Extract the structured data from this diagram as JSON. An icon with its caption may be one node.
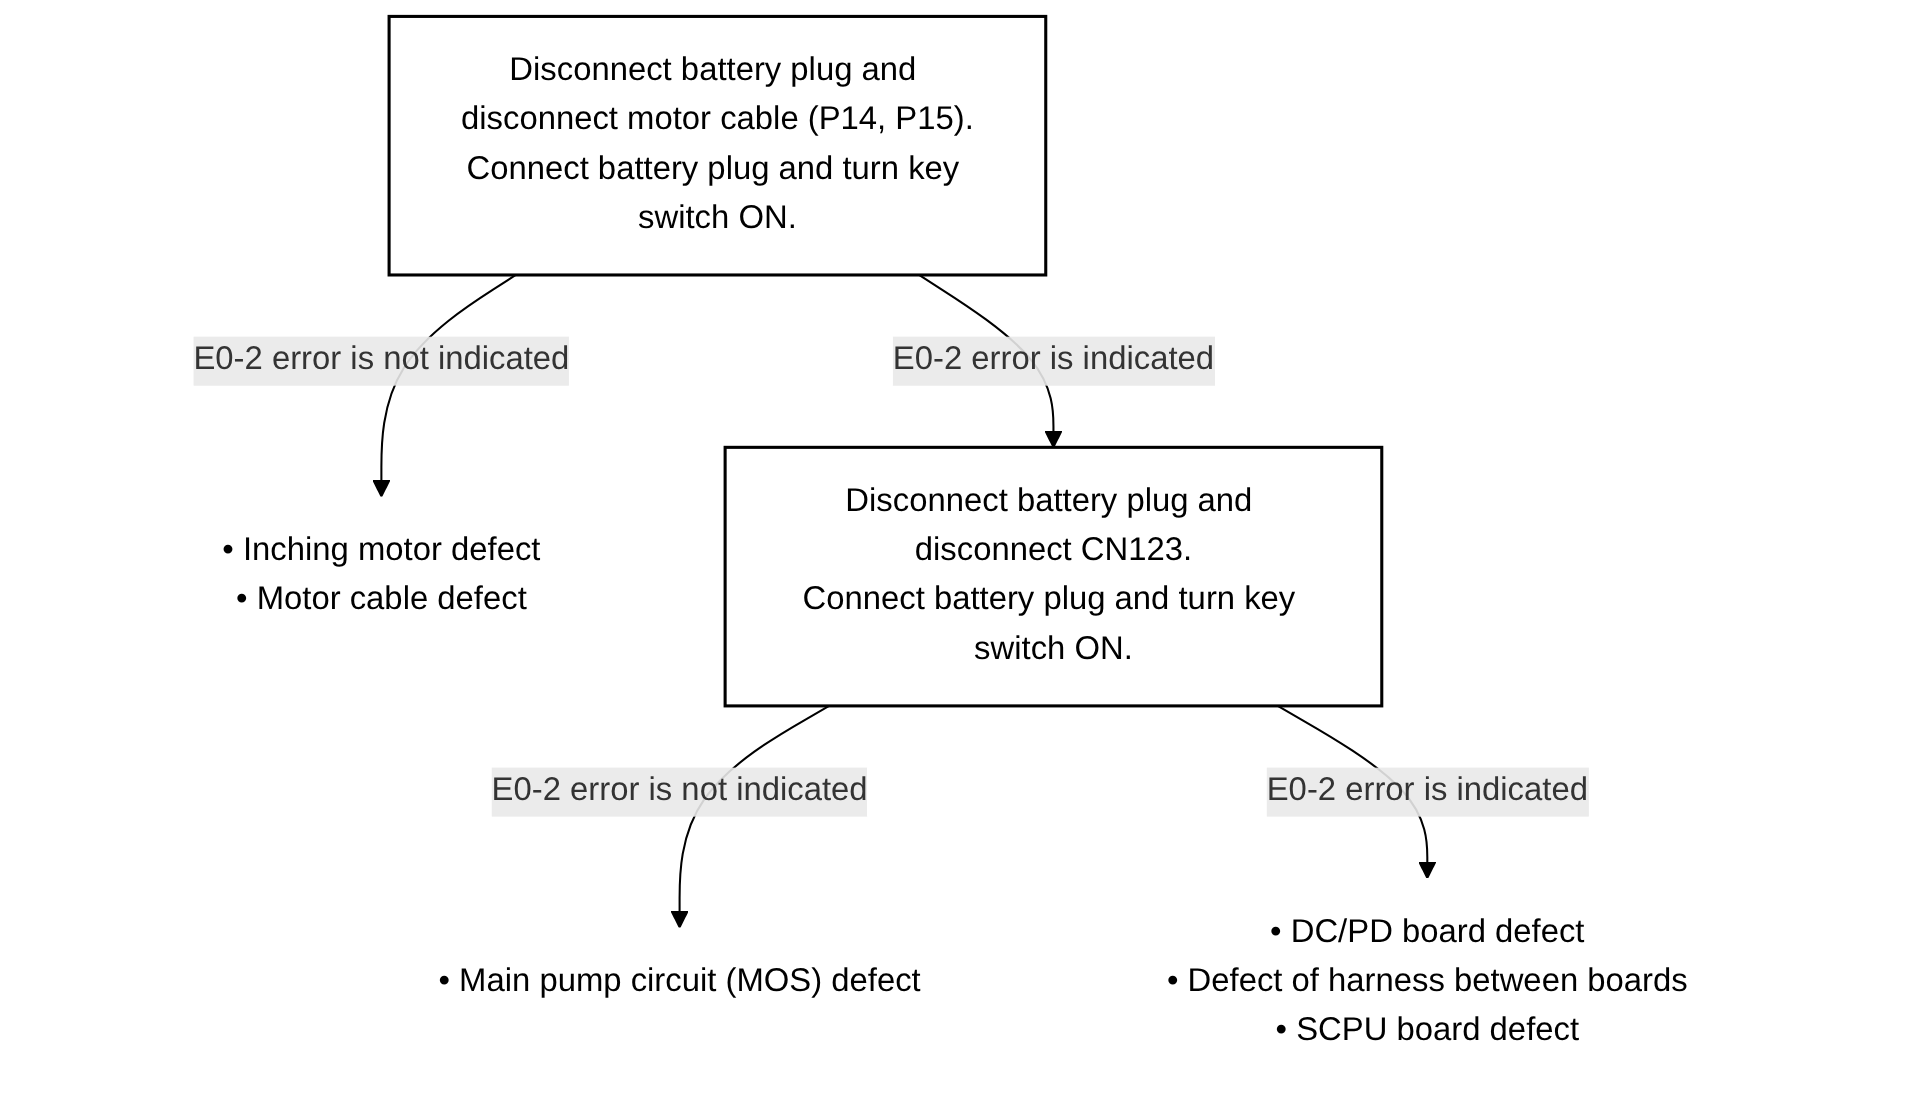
{
  "diagram": {
    "nodes": [
      {
        "text": [
          "Disconnect battery plug and disconnect motor cable (P14, P15).",
          "Connect battery plug and turn key switch ON."
        ]
      },
      {
        "text": [
          "• Inching motor defect",
          "• Motor cable defect"
        ]
      },
      {
        "text": [
          "Disconnect battery plug and disconnect CN123.",
          "Connect battery plug and turn key switch ON."
        ]
      },
      {
        "text": [
          "• Main pump circuit (MOS) defect"
        ]
      },
      {
        "text": [
          "• DC/PD board defect",
          "• Defect of harness between boards",
          "• SCPU board defect"
        ]
      }
    ],
    "edges": [
      {
        "from": 0,
        "to": 1,
        "arrow": "to",
        "label": "E0-2 error is not indicated"
      },
      {
        "from": 0,
        "to": 2,
        "arrow": "to",
        "label": "E0-2 error is indicated"
      },
      {
        "from": 2,
        "to": 3,
        "arrow": "to",
        "label": "E0-2 error is not indicated"
      },
      {
        "from": 2,
        "to": 4,
        "arrow": "to",
        "label": "E0-2 error is indicated"
      }
    ]
  }
}
